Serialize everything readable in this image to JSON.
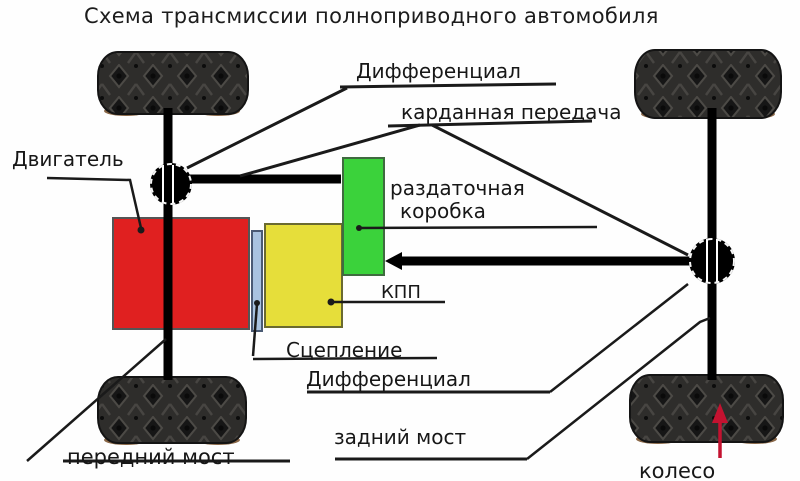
{
  "title": "Схема трансмиссии полноприводного автомобиля",
  "labels": {
    "differential_top": "Дифференциал",
    "cardan_drive": "карданная передача",
    "engine": "Двигатель",
    "transfer_case_line1": "раздаточная",
    "transfer_case_line2": "коробка",
    "gearbox": "КПП",
    "clutch": "Сцепление",
    "differential_bottom": "Дифференциал",
    "rear_axle": "задний мост",
    "front_axle": "передний мост",
    "wheel": "колесо"
  },
  "colors": {
    "engine_box": "#e02020",
    "clutch_box": "#a9c3e0",
    "gearbox_box": "#e6de3a",
    "transfer_case_box": "#3bd23b",
    "wheel_arrow": "#c41230",
    "line": "#1a1a1a"
  }
}
